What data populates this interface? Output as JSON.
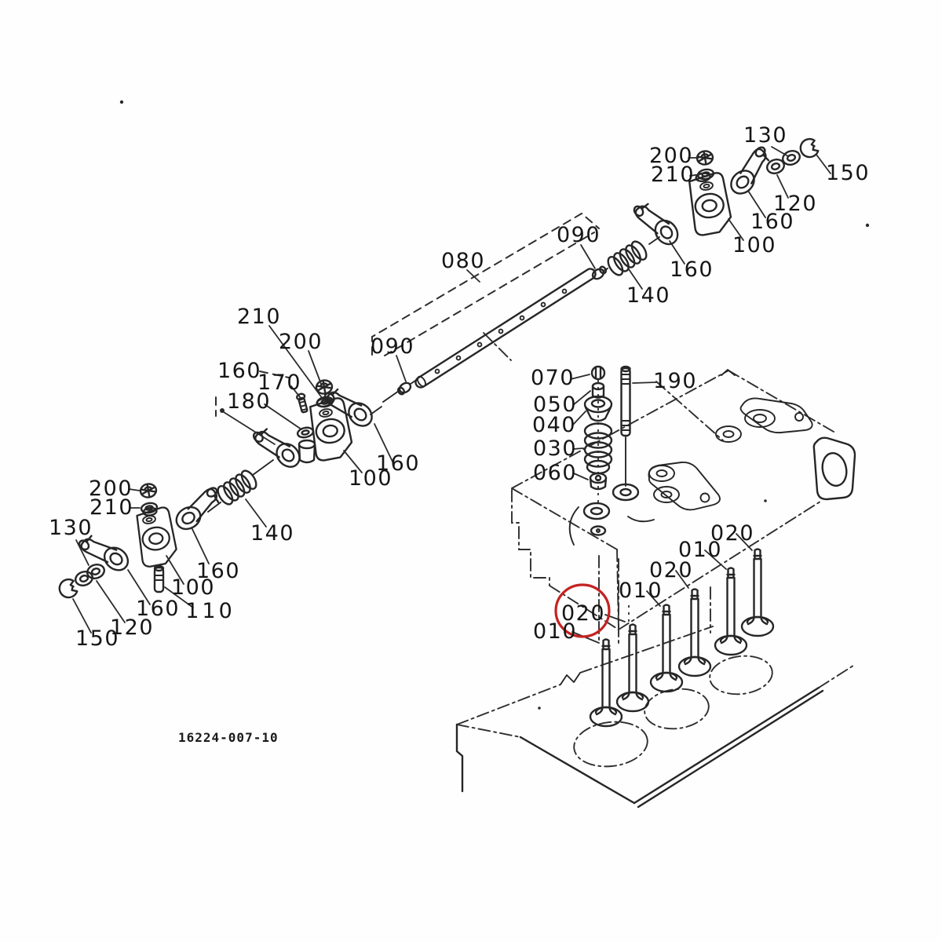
{
  "drawing_number": "16224-007-10",
  "highlight": {
    "part": "020",
    "color": "#c42222"
  },
  "callouts": [
    {
      "part": "200",
      "group": "right-rocker-assembly"
    },
    {
      "part": "210",
      "group": "right-rocker-assembly"
    },
    {
      "part": "130",
      "group": "right-rocker-assembly"
    },
    {
      "part": "150",
      "group": "right-rocker-assembly"
    },
    {
      "part": "120",
      "group": "right-rocker-assembly"
    },
    {
      "part": "160",
      "group": "right-rocker-assembly-right-arm"
    },
    {
      "part": "100",
      "group": "right-rocker-assembly-bracket"
    },
    {
      "part": "160",
      "group": "right-rocker-assembly-left-arm"
    },
    {
      "part": "140",
      "group": "right-spring"
    },
    {
      "part": "090",
      "group": "rocker-shaft-upper"
    },
    {
      "part": "080",
      "group": "rocker-shaft"
    },
    {
      "part": "090",
      "group": "rocker-shaft-lower"
    },
    {
      "part": "210",
      "group": "middle-rocker-assembly"
    },
    {
      "part": "200",
      "group": "middle-rocker-assembly"
    },
    {
      "part": "160",
      "group": "middle-rocker-assembly-left-arm"
    },
    {
      "part": "170",
      "group": "middle-rocker-assembly-screw"
    },
    {
      "part": "180",
      "group": "middle-rocker-assembly-washer"
    },
    {
      "part": "160",
      "group": "middle-rocker-assembly-right-arm"
    },
    {
      "part": "100",
      "group": "middle-rocker-assembly-bracket"
    },
    {
      "part": "200",
      "group": "left-rocker-assembly"
    },
    {
      "part": "210",
      "group": "left-rocker-assembly"
    },
    {
      "part": "130",
      "group": "left-rocker-assembly"
    },
    {
      "part": "140",
      "group": "left-spring"
    },
    {
      "part": "160",
      "group": "left-rocker-assembly-right-arm"
    },
    {
      "part": "100",
      "group": "left-rocker-assembly-bracket"
    },
    {
      "part": "160",
      "group": "left-rocker-assembly-left-arm"
    },
    {
      "part": "110",
      "group": "push-rod"
    },
    {
      "part": "120",
      "group": "left-rocker-assembly"
    },
    {
      "part": "150",
      "group": "left-rocker-assembly"
    },
    {
      "part": "070",
      "group": "valve-keeper"
    },
    {
      "part": "050",
      "group": "valve-collet"
    },
    {
      "part": "040",
      "group": "spring-retainer"
    },
    {
      "part": "030",
      "group": "valve-spring"
    },
    {
      "part": "060",
      "group": "valve-stem-seal"
    },
    {
      "part": "190",
      "group": "stud"
    },
    {
      "part": "010",
      "group": "valve-1"
    },
    {
      "part": "020",
      "group": "valve-2-circled"
    },
    {
      "part": "010",
      "group": "valve-3"
    },
    {
      "part": "020",
      "group": "valve-4"
    },
    {
      "part": "010",
      "group": "valve-5"
    },
    {
      "part": "020",
      "group": "valve-6"
    }
  ]
}
